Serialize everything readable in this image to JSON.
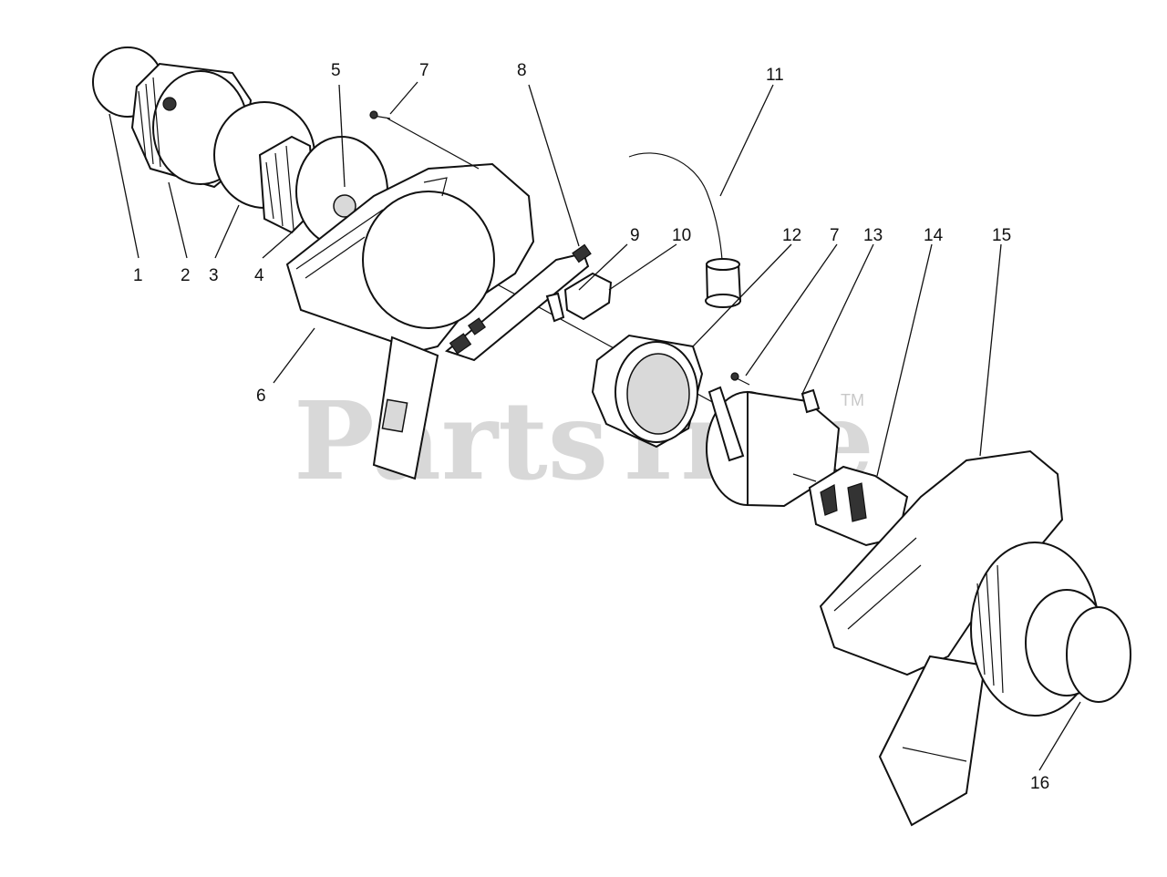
{
  "watermark": {
    "text": "PartsTree",
    "trademark": "TM"
  },
  "callouts": [
    {
      "id": "1",
      "label": "1"
    },
    {
      "id": "2",
      "label": "2"
    },
    {
      "id": "3",
      "label": "3"
    },
    {
      "id": "4",
      "label": "4"
    },
    {
      "id": "5",
      "label": "5"
    },
    {
      "id": "6",
      "label": "6"
    },
    {
      "id": "7a",
      "label": "7"
    },
    {
      "id": "7b",
      "label": "7"
    },
    {
      "id": "8",
      "label": "8"
    },
    {
      "id": "9",
      "label": "9"
    },
    {
      "id": "10",
      "label": "10"
    },
    {
      "id": "11",
      "label": "11"
    },
    {
      "id": "12",
      "label": "12"
    },
    {
      "id": "13",
      "label": "13"
    },
    {
      "id": "14",
      "label": "14"
    },
    {
      "id": "15",
      "label": "15"
    },
    {
      "id": "16",
      "label": "16"
    }
  ]
}
